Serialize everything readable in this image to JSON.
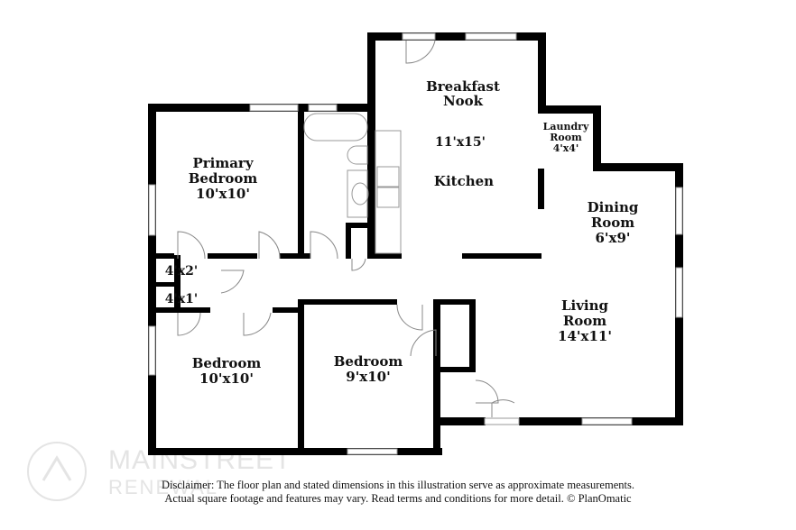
{
  "rooms": {
    "breakfast_nook": {
      "name_1": "Breakfast",
      "name_2": "Nook"
    },
    "kitchen": {
      "dims": "11'x15'",
      "name": "Kitchen"
    },
    "laundry": {
      "name_1": "Laundry",
      "name_2": "Room",
      "dims": "4'x4'"
    },
    "primary_bedroom": {
      "name_1": "Primary",
      "name_2": "Bedroom",
      "dims": "10'x10'"
    },
    "dining_room": {
      "name_1": "Dining",
      "name_2": "Room",
      "dims": "6'x9'"
    },
    "closet_a": {
      "dims": "4'x2'"
    },
    "closet_b": {
      "dims": "4'x1'"
    },
    "living_room": {
      "name_1": "Living",
      "name_2": "Room",
      "dims": "14'x11'"
    },
    "bedroom_1": {
      "name": "Bedroom",
      "dims": "10'x10'"
    },
    "bedroom_2": {
      "name": "Bedroom",
      "dims": "9'x10'"
    }
  },
  "watermark": {
    "line_1": "MAINSTREET",
    "line_2": "RENEWAL"
  },
  "disclaimer": {
    "line_1": "Disclaimer: The floor plan and stated dimensions in this illustration serve as approximate measurements.",
    "line_2": "Actual square footage and features may vary. Read terms and conditions for more detail. © PlanOmatic"
  },
  "colors": {
    "wall": "#000000",
    "fixture": "#888888",
    "watermark": "#e4e4e4"
  }
}
